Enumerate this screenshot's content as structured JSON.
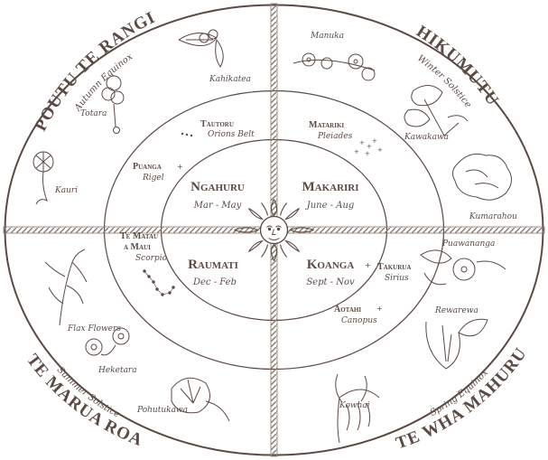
{
  "colors": {
    "ink": "#5b4a44",
    "rope": "#8a7a72",
    "background": "#ffffff"
  },
  "quadrant_titles": {
    "nw": {
      "name": "POUTU TE RANGI",
      "sub": "Autumn Equinox"
    },
    "ne": {
      "name": "HIKUMUTU",
      "sub": "Winter Solstice"
    },
    "sw": {
      "name": "TE MARUA ROA",
      "sub": "Summer Solstice"
    },
    "se": {
      "name": "TE WHA MAHURU",
      "sub": "Spring Equinox"
    }
  },
  "seasons": {
    "nw": {
      "name": "Ngahuru",
      "months": "Mar - May"
    },
    "ne": {
      "name": "Makariri",
      "months": "June - Aug"
    },
    "sw": {
      "name": "Raumati",
      "months": "Dec - Feb"
    },
    "se": {
      "name": "Koanga",
      "months": "Sept - Nov"
    }
  },
  "stars": {
    "tautoru": {
      "name": "Tautoru",
      "sub": "Orions Belt"
    },
    "puanga": {
      "name": "Puanga",
      "sub": "Rigel"
    },
    "matariki": {
      "name": "Matariki",
      "sub": "Pleiades"
    },
    "te_matau": {
      "line1": "Te Matau",
      "line2": "a Maui",
      "sub": "Scorpio"
    },
    "takurua": {
      "name": "Takurua",
      "sub": "Sirius"
    },
    "aotahi": {
      "name": "Aotahi",
      "sub": "Canopus"
    }
  },
  "plants": {
    "kahikatea": "Kahikatea",
    "totara": "Totara",
    "kauri": "Kauri",
    "manuka": "Manuka",
    "kawakawa": "Kawakawa",
    "kumarahou": "Kumarahou",
    "flax": "Flax Flowers",
    "heketara": "Heketara",
    "pohutukawa": "Pohutukawa",
    "puawananga": "Puawananga",
    "rewarewa": "Rewarewa",
    "kowhai": "Kowhai"
  },
  "center_icon": "sun-face-icon"
}
